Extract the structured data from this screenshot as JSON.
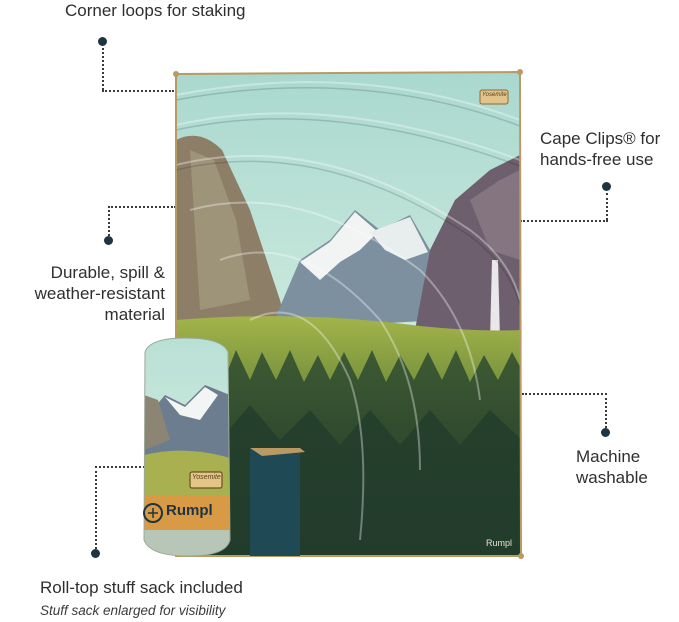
{
  "callouts": {
    "corner_loops": "Corner loops for staking",
    "cape_clips_line1": "Cape Clips® for",
    "cape_clips_line2": "hands-free use",
    "durable_line1": "Durable, spill &",
    "durable_line2": "weather-resistant",
    "durable_line3": "material",
    "machine_line1": "Machine",
    "machine_line2": "washable",
    "stuff_sack": "Roll-top stuff sack included",
    "stuff_sack_note": "Stuff sack enlarged for visibility"
  },
  "product": {
    "brand": "Rumpl",
    "badge": "Yosemite"
  },
  "colors": {
    "dot": "#1f3440",
    "blanket_backing": "#1f4a55",
    "sack_band": "#d99a45"
  }
}
